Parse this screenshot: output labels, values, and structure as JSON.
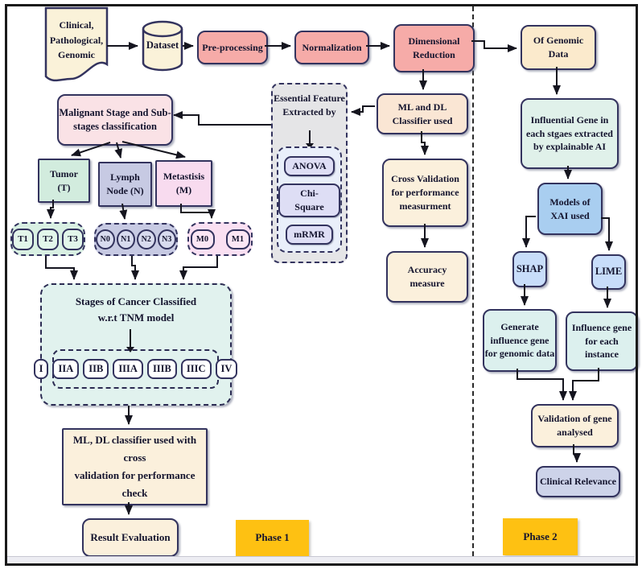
{
  "title": "TNM cancer staging ML and XAI pipeline flowchart",
  "colors": {
    "process_pink": "#f6aba8",
    "source_cream": "#faf2d9",
    "genomic_peach": "#fbeacc",
    "result_cream": "#fbf0dc",
    "malignant_rose": "#fae2e6",
    "tumor_mint": "#d2ecde",
    "lymph_lavender": "#c7cae3",
    "metastasis_pink": "#f8dbef",
    "stages_mint": "#e1f2ee",
    "feature_gray": "#e5e5e7",
    "feature_blue": "#e9effa",
    "xai_blue": "#a9cef0",
    "shap_lime_blue": "#c8ddfa",
    "clinical_lavender": "#cdd3e9",
    "phase_gold": "#fec112",
    "box_border_navy": "#33335e",
    "arrow_black": "#15151f"
  },
  "labels": {
    "source_doc": "Clinical,\nPathological,\nGenomic",
    "dataset": "Dataset",
    "preprocessing": "Pre-processing",
    "normalization": "Normalization",
    "dim_reduction": "Dimensional\nReduction",
    "of_genomic": "Of Genomic\nData",
    "malignant": "Malignant Stage and Sub-\nstages classification",
    "essential_feature": "Essential Feature\nExtracted by",
    "anova": "ANOVA",
    "chi_square": "Chi- Square",
    "mrmr": "mRMR",
    "ml_dl_classifier": "ML and DL\nClassifier used",
    "cross_validation": "Cross Validation\nfor performance\nmeasurment",
    "accuracy_measure": "Accuracy\nmeasure",
    "influential_gene": "Influential Gene in\neach stgaes extracted\nby explainable AI",
    "models_xai": "Models of\nXAI used",
    "shap": "SHAP",
    "lime": "LIME",
    "generate_influence": "Generate\ninfluence gene\nfor genomic data",
    "influence_each": "Influence gene\nfor each\ninstance",
    "validation_gene": "Validation of gene\nanalysed",
    "clinical_relevance": "Clinical Relevance",
    "tumor": "Tumor\n(T)",
    "lymph_node": "Lymph\nNode (N)",
    "metastasis": "Metastisis\n(M)",
    "stages_title": "Stages of Cancer Classified\nw.r.t TNM model",
    "ml_dl_cross": "ML, DL classifier used with cross\nvalidation for performance check",
    "result_evaluation": "Result Evaluation",
    "phase1": "Phase 1",
    "phase2": "Phase 2"
  },
  "pills": {
    "tumor": [
      "T1",
      "T2",
      "T3"
    ],
    "node": [
      "N0",
      "N1",
      "N2",
      "N3"
    ],
    "metastasis": [
      "M0",
      "M1"
    ],
    "stages": [
      "I",
      "IIA",
      "IIB",
      "IIIA",
      "IIIB",
      "IIIC",
      "IV"
    ]
  }
}
